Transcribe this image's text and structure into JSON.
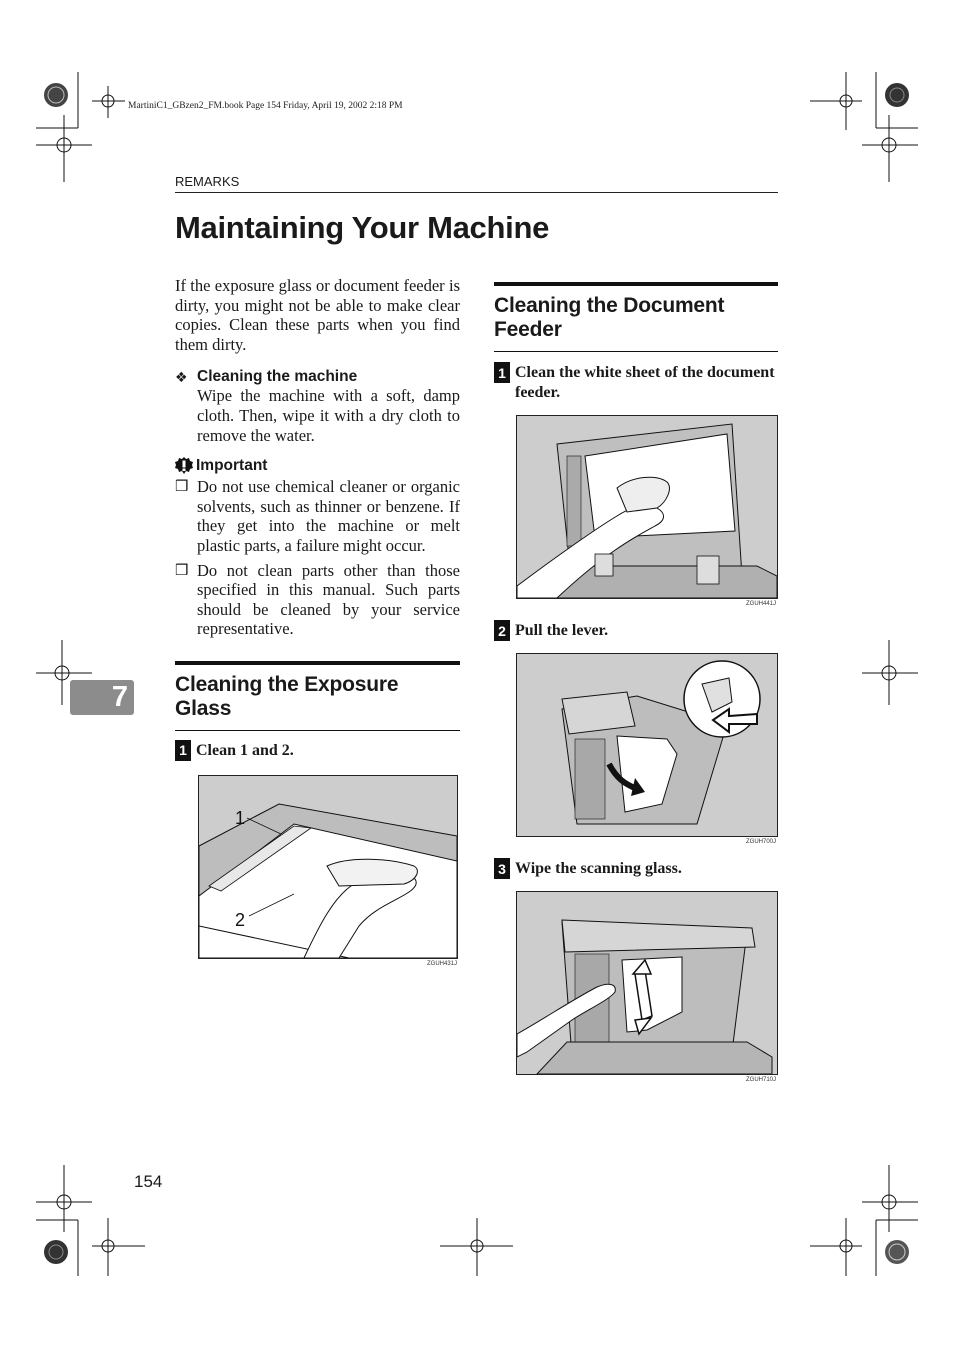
{
  "print_meta": "MartiniC1_GBzen2_FM.book  Page 154  Friday, April 19, 2002  2:18 PM",
  "header_label": "REMARKS",
  "page_title": "Maintaining Your Machine",
  "intro": "If the exposure glass or document feeder is dirty, you might not be able to make clear copies. Clean these parts when you find them dirty.",
  "cleaning_machine": {
    "marker": "❖",
    "heading": "Cleaning the machine",
    "body": "Wipe the machine with a soft, damp cloth. Then, wipe it with a dry cloth to remove the water."
  },
  "important": {
    "heading": "Important",
    "checkbox_glyph": "❒",
    "items": [
      "Do not use chemical cleaner or organic solvents, such as thinner or benzene. If they get into the machine or melt plastic parts, a failure might occur.",
      "Do not clean parts other than those specified in this manual. Such parts should be cleaned by your service representative."
    ]
  },
  "exposure_glass": {
    "title": "Cleaning the Exposure Glass",
    "steps": [
      {
        "number": "1",
        "text": "Clean 1 and 2."
      }
    ],
    "figure": {
      "callout_1": "1",
      "callout_2": "2",
      "code": "ZGUH431J"
    }
  },
  "document_feeder": {
    "title": "Cleaning the Document Feeder",
    "steps": [
      {
        "number": "1",
        "text": "Clean the white sheet of the document feeder.",
        "figure_code": "ZGUH441J"
      },
      {
        "number": "2",
        "text": "Pull the lever.",
        "figure_code": "ZGUH700J"
      },
      {
        "number": "3",
        "text": "Wipe the scanning glass.",
        "figure_code": "ZGUH710J"
      }
    ]
  },
  "chapter_number": "7",
  "page_number": "154"
}
